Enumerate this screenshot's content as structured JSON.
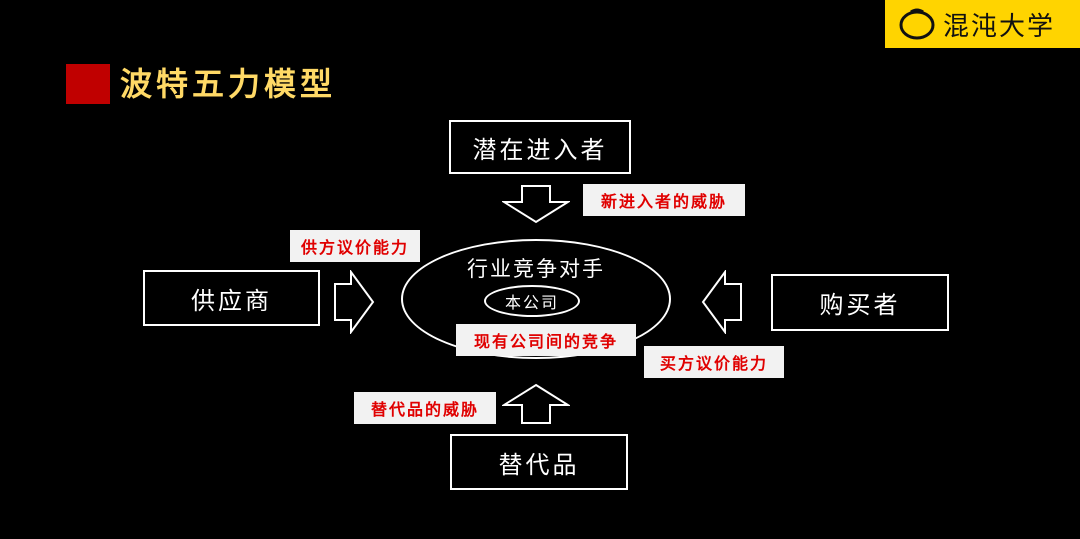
{
  "brand": {
    "name": "混沌大学",
    "background_color": "#FFD400",
    "text_color": "#111111"
  },
  "header": {
    "title": "波特五力模型",
    "marker_color": "#C00000",
    "title_color": "#FFD966"
  },
  "diagram": {
    "potential_entrants": "潜在进入者",
    "suppliers": "供应商",
    "buyers": "购买者",
    "substitutes": "替代品",
    "rivalry": {
      "title": "行业竞争对手",
      "company": "本公司"
    }
  },
  "labels": {
    "threat_of_new_entrants": "新进入者的威胁",
    "supplier_bargaining_power": "供方议价能力",
    "rivalry_among_existing": "现有公司间的竞争",
    "buyer_bargaining_power": "买方议价能力",
    "threat_of_substitutes": "替代品的威胁"
  },
  "label_style": {
    "background": "#F2F2F2",
    "text": "#E00000"
  }
}
